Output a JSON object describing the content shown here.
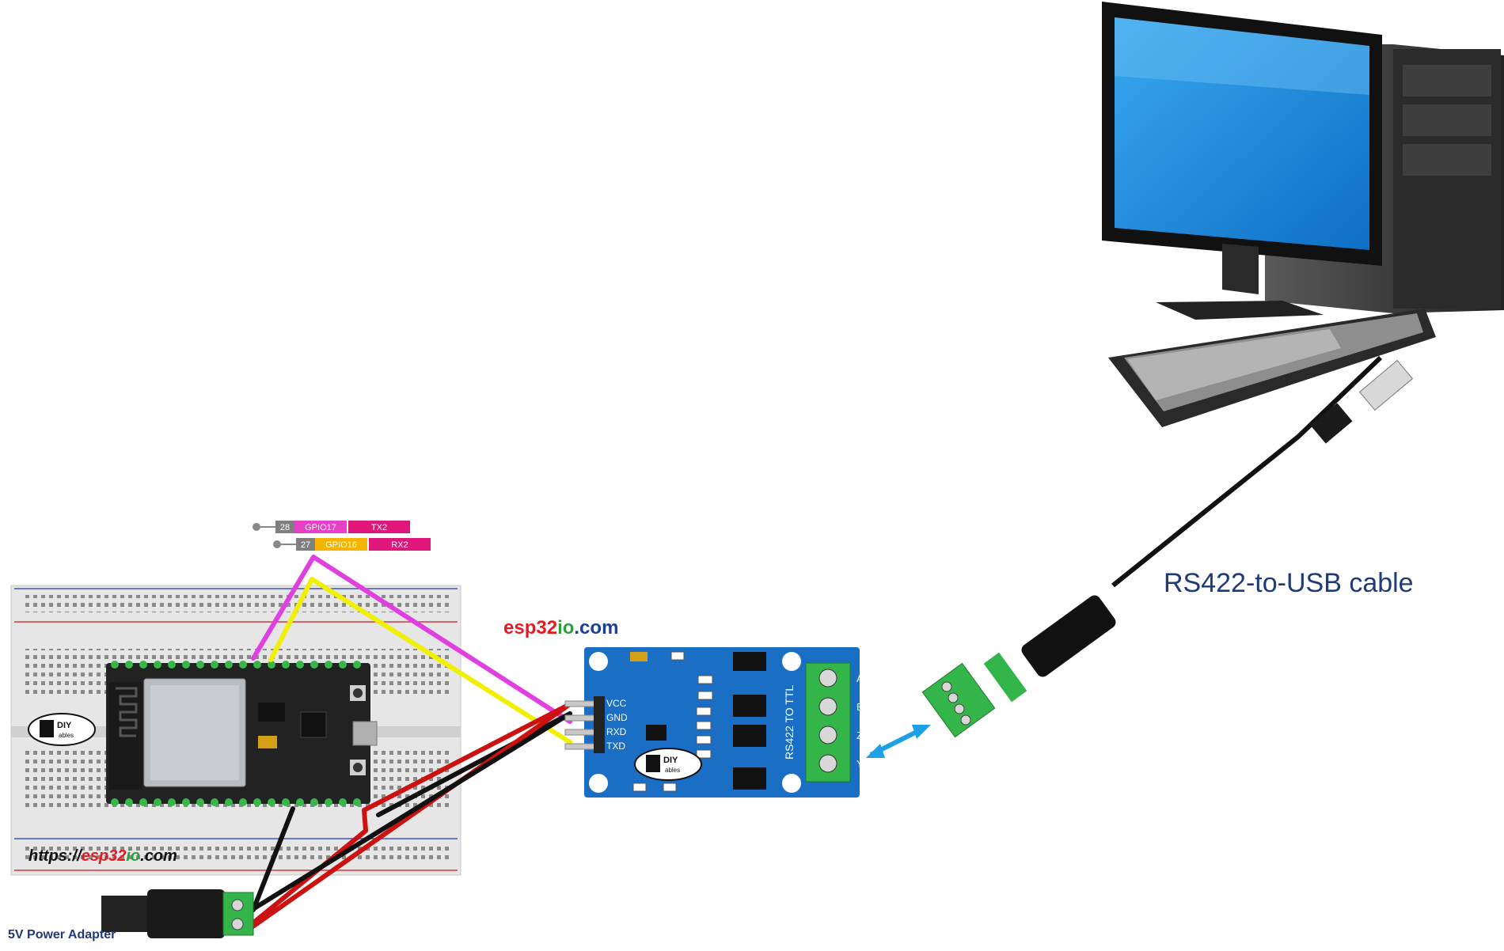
{
  "pin_labels": {
    "gpio17": {
      "pin": "28",
      "gpio": "GPIO17",
      "func": "TX2"
    },
    "gpio16": {
      "pin": "27",
      "gpio": "GPIO16",
      "func": "RX2"
    }
  },
  "module": {
    "brand_prefix": "esp32",
    "brand_mid": "io",
    "brand_suffix": ".com",
    "pins": [
      "VCC",
      "GND",
      "RXD",
      "TXD"
    ],
    "board_text": "RS422 TO TTL",
    "terminals": [
      "A",
      "B",
      "Z",
      "Y"
    ]
  },
  "breadboard": {
    "url_prefix": "https://",
    "url_esp": "esp32",
    "url_io": "io",
    "url_suffix": ".com"
  },
  "cable_label": "RS422-to-USB cable",
  "power_label": "5V Power Adapter",
  "colors": {
    "magenta_wire": "#e040e0",
    "yellow_wire": "#f0f000",
    "red_wire": "#cc1111",
    "black_wire": "#111111",
    "module_blue": "#1a6fc4",
    "terminal_green": "#33b54a",
    "gpio17_bg": "#e83fc8",
    "gpio16_bg": "#f5b400",
    "func_bg": "#e0177a",
    "screen_blue": "#1a8fe0",
    "arrow_blue": "#1ea0e8",
    "brand_red": "#e31b23",
    "brand_green": "#2e9e3e",
    "brand_blue": "#1a3f9c",
    "cable_label_color": "#1f3a78"
  },
  "icons": [
    "esp32-board-icon",
    "rs422-module-icon",
    "computer-icon",
    "usb-cable-icon",
    "dc-jack-icon",
    "bidirectional-arrow-icon",
    "diyables-logo-icon"
  ]
}
